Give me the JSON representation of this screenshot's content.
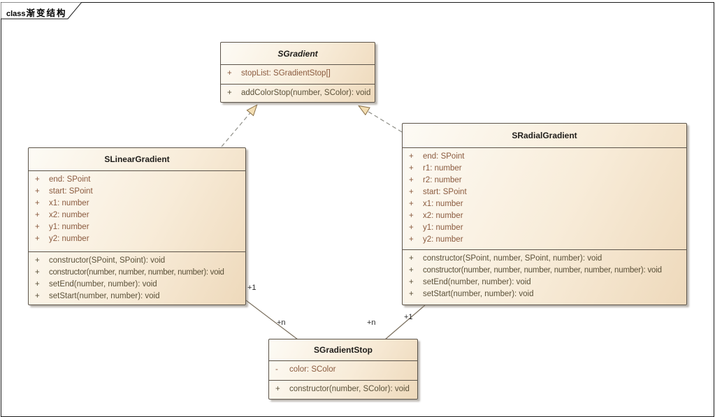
{
  "frame": {
    "keyword": "class",
    "title": "渐变结构"
  },
  "colors": {
    "box_fill_light": "#fdfbf5",
    "box_fill_dark": "#eed9bb",
    "box_border": "#5c544a",
    "attribute_text": "#8a5a3e",
    "method_text": "#5a5038",
    "arrow_fill": "#f3deb3",
    "arrow_stroke": "#8a7148",
    "dashed_line": "#8f8f88",
    "solid_line": "#7a6f5e"
  },
  "classes": {
    "sgradient": {
      "name": "SGradient",
      "abstract": true,
      "attributes": [
        {
          "vis": "+",
          "text": "stopList: SGradientStop[]"
        }
      ],
      "methods": [
        {
          "vis": "+",
          "text": "addColorStop(number, SColor): void"
        }
      ]
    },
    "slineargradient": {
      "name": "SLinearGradient",
      "abstract": false,
      "attributes": [
        {
          "vis": "+",
          "text": "end: SPoint"
        },
        {
          "vis": "+",
          "text": "start: SPoint"
        },
        {
          "vis": "+",
          "text": "x1: number"
        },
        {
          "vis": "+",
          "text": "x2: number"
        },
        {
          "vis": "+",
          "text": "y1: number"
        },
        {
          "vis": "+",
          "text": "y2: number"
        }
      ],
      "methods": [
        {
          "vis": "+",
          "text": "constructor(SPoint, SPoint): void"
        },
        {
          "vis": "+",
          "text": "constructor(number, number, number, number): void"
        },
        {
          "vis": "+",
          "text": "setEnd(number, number): void"
        },
        {
          "vis": "+",
          "text": "setStart(number, number): void"
        }
      ]
    },
    "sradialgradient": {
      "name": "SRadialGradient",
      "abstract": false,
      "attributes": [
        {
          "vis": "+",
          "text": "end: SPoint"
        },
        {
          "vis": "+",
          "text": "r1: number"
        },
        {
          "vis": "+",
          "text": "r2: number"
        },
        {
          "vis": "+",
          "text": "start: SPoint"
        },
        {
          "vis": "+",
          "text": "x1: number"
        },
        {
          "vis": "+",
          "text": "x2: number"
        },
        {
          "vis": "+",
          "text": "y1: number"
        },
        {
          "vis": "+",
          "text": "y2: number"
        }
      ],
      "methods": [
        {
          "vis": "+",
          "text": "constructor(SPoint, number, SPoint, number): void"
        },
        {
          "vis": "+",
          "text": "constructor(number, number, number, number, number, number): void"
        },
        {
          "vis": "+",
          "text": "setEnd(number, number): void"
        },
        {
          "vis": "+",
          "text": "setStart(number, number): void"
        }
      ]
    },
    "sgradientstop": {
      "name": "SGradientStop",
      "abstract": false,
      "attributes": [
        {
          "vis": "-",
          "text": "color: SColor"
        }
      ],
      "methods": [
        {
          "vis": "+",
          "text": "constructor(number, SColor): void"
        }
      ]
    }
  },
  "relationships": {
    "multiplicities": {
      "linear_source": "+1",
      "linear_target": "+n",
      "radial_target": "+n",
      "radial_source": "+1"
    }
  }
}
